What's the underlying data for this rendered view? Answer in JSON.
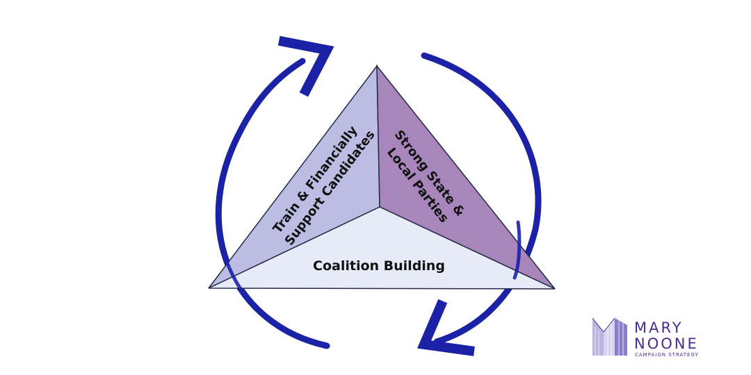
{
  "diagram": {
    "faces": {
      "left": {
        "line1": "Train & Financially",
        "line2": "Support Candidates"
      },
      "right": {
        "line1": "Strong State &",
        "line2": "Local Parties"
      },
      "bottom": {
        "label": "Coalition Building"
      }
    },
    "colors": {
      "left_face": "#bcbde3",
      "right_face": "#a886bb",
      "bottom_face": "#e6ebf7",
      "edge": "#1f2a44",
      "arrow": "#1b22a6"
    }
  },
  "logo": {
    "name_line1": "MARY",
    "name_line2": "NOONE",
    "tagline": "CAMPAIGN STRATEGY",
    "color": "#4b2a8f"
  }
}
